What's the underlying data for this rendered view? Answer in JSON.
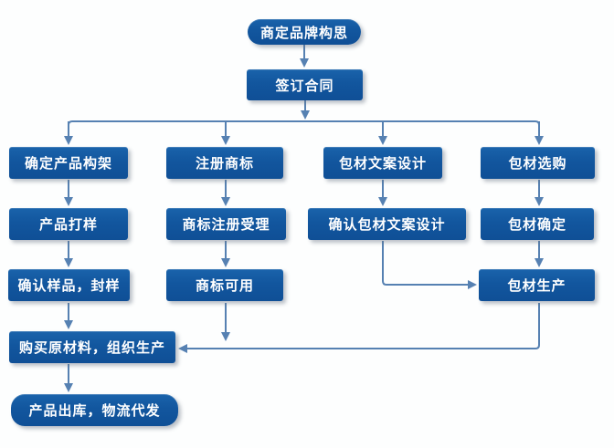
{
  "diagram": {
    "type": "flowchart",
    "colors": {
      "node_fill": "#12569E",
      "node_text": "#FFFFFF",
      "connector": "#5681B2",
      "background": "#FDFEFE"
    },
    "nodes": {
      "brand_idea": {
        "label": "商定品牌构思"
      },
      "sign_contract": {
        "label": "签订合同"
      },
      "define_product_framework": {
        "label": "确定产品构架"
      },
      "product_sampling": {
        "label": "产品打样"
      },
      "confirm_sample": {
        "label": "确认样品，封样"
      },
      "purchase_materials": {
        "label": "购买原材料，组织生产"
      },
      "product_shipment": {
        "label": "产品出库，物流代发"
      },
      "register_trademark": {
        "label": "注册商标"
      },
      "trademark_acceptance": {
        "label": "商标注册受理"
      },
      "trademark_available": {
        "label": "商标可用"
      },
      "package_copy_design": {
        "label": "包材文案设计"
      },
      "confirm_package_copy_design": {
        "label": "确认包材文案设计"
      },
      "package_selection": {
        "label": "包材选购"
      },
      "package_confirmed": {
        "label": "包材确定"
      },
      "package_production": {
        "label": "包材生产"
      }
    },
    "edges": [
      {
        "from": "brand_idea",
        "to": "sign_contract"
      },
      {
        "from": "sign_contract",
        "to": "define_product_framework"
      },
      {
        "from": "sign_contract",
        "to": "register_trademark"
      },
      {
        "from": "sign_contract",
        "to": "package_copy_design"
      },
      {
        "from": "sign_contract",
        "to": "package_selection"
      },
      {
        "from": "define_product_framework",
        "to": "product_sampling"
      },
      {
        "from": "product_sampling",
        "to": "confirm_sample"
      },
      {
        "from": "confirm_sample",
        "to": "purchase_materials"
      },
      {
        "from": "purchase_materials",
        "to": "product_shipment"
      },
      {
        "from": "register_trademark",
        "to": "trademark_acceptance"
      },
      {
        "from": "trademark_acceptance",
        "to": "trademark_available"
      },
      {
        "from": "trademark_available",
        "to": "purchase_materials"
      },
      {
        "from": "package_copy_design",
        "to": "confirm_package_copy_design"
      },
      {
        "from": "confirm_package_copy_design",
        "to": "package_production"
      },
      {
        "from": "package_selection",
        "to": "package_confirmed"
      },
      {
        "from": "package_confirmed",
        "to": "package_production"
      },
      {
        "from": "package_production",
        "to": "purchase_materials"
      }
    ]
  }
}
